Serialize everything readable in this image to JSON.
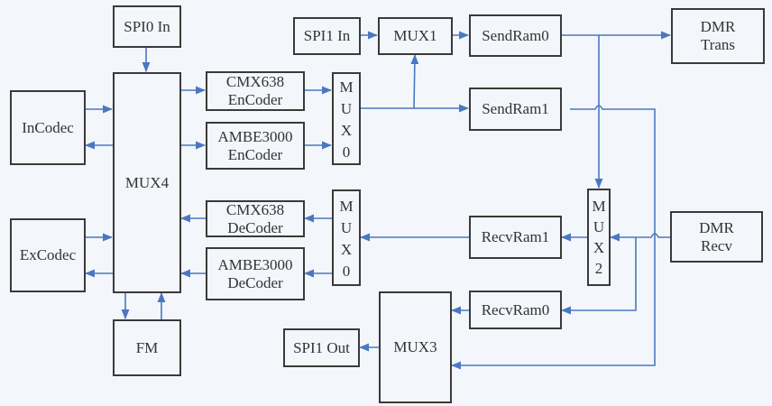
{
  "diagram": {
    "type": "block-diagram",
    "wire_color": "#4a78c0",
    "box_border_color": "#3a3a3a",
    "background_color": "#f3f6fb",
    "blocks": {
      "spi0_in": "SPI0 In",
      "mux4": "MUX4",
      "incodec": "InCodec",
      "excodec": "ExCodec",
      "fm": "FM",
      "cmx638_encoder": "CMX638\nEnCoder",
      "ambe3000_encoder": "AMBE3000\nEnCoder",
      "cmx638_decoder": "CMX638\nDeCoder",
      "ambe3000_decoder": "AMBE3000\nDeCoder",
      "mux0_tx": "M\nU\nX\n0",
      "mux0_rx": "M\nU\nX\n0",
      "spi1_in": "SPI1 In",
      "mux1": "MUX1",
      "sendram0": "SendRam0",
      "sendram1": "SendRam1",
      "dmr_trans": "DMR\nTrans",
      "mux2": "M\nU\nX\n2",
      "dmr_recv": "DMR\nRecv",
      "recvram1": "RecvRam1",
      "recvram0": "RecvRam0",
      "mux3": "MUX3",
      "spi1_out": "SPI1 Out"
    },
    "connections": [
      {
        "from": "SPI0 In",
        "to": "MUX4"
      },
      {
        "from": "InCodec",
        "to": "MUX4"
      },
      {
        "from": "MUX4",
        "to": "InCodec"
      },
      {
        "from": "ExCodec",
        "to": "MUX4"
      },
      {
        "from": "MUX4",
        "to": "ExCodec"
      },
      {
        "from": "MUX4",
        "to": "FM"
      },
      {
        "from": "FM",
        "to": "MUX4"
      },
      {
        "from": "MUX4",
        "to": "CMX638 EnCoder"
      },
      {
        "from": "MUX4",
        "to": "AMBE3000 EnCoder"
      },
      {
        "from": "CMX638 EnCoder",
        "to": "MUX0 (tx)"
      },
      {
        "from": "AMBE3000 EnCoder",
        "to": "MUX0 (tx)"
      },
      {
        "from": "MUX0 (tx)",
        "to": "MUX1"
      },
      {
        "from": "MUX0 (tx)",
        "to": "SendRam1"
      },
      {
        "from": "SPI1 In",
        "to": "MUX1"
      },
      {
        "from": "MUX1",
        "to": "SendRam0"
      },
      {
        "from": "SendRam0",
        "to": "DMR Trans"
      },
      {
        "from": "SendRam0",
        "to": "MUX2"
      },
      {
        "from": "SendRam1",
        "to": "MUX3"
      },
      {
        "from": "DMR Recv",
        "to": "MUX2"
      },
      {
        "from": "DMR Recv",
        "to": "RecvRam0"
      },
      {
        "from": "MUX2",
        "to": "RecvRam1"
      },
      {
        "from": "RecvRam1",
        "to": "MUX0 (rx)"
      },
      {
        "from": "RecvRam0",
        "to": "MUX3"
      },
      {
        "from": "MUX3",
        "to": "SPI1 Out"
      },
      {
        "from": "MUX0 (rx)",
        "to": "CMX638 DeCoder"
      },
      {
        "from": "MUX0 (rx)",
        "to": "AMBE3000 DeCoder"
      },
      {
        "from": "CMX638 DeCoder",
        "to": "MUX4"
      },
      {
        "from": "AMBE3000 DeCoder",
        "to": "MUX4"
      }
    ]
  }
}
